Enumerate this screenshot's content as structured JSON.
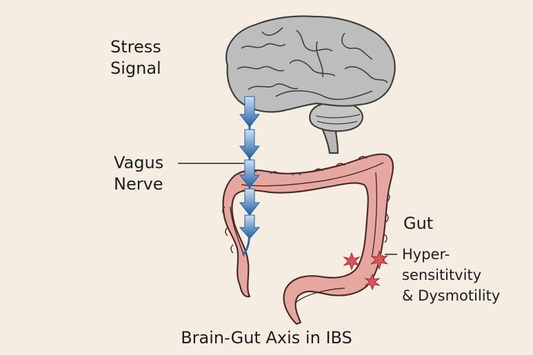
{
  "labels": {
    "stress": [
      "Stress",
      "Signal"
    ],
    "vagus": [
      "Vagus",
      "Nerve"
    ],
    "gut": "Gut",
    "hyper": [
      "Hyper-",
      "sensititvity",
      "& Dysmotility"
    ]
  },
  "caption": "Brain-Gut Axis in IBS",
  "colors": {
    "background": "#f6ede2",
    "brain": "#bdbdbd",
    "colon": "#e6a6a0",
    "arrow": "#2c6aa8",
    "pain": "#d9555c"
  },
  "icons": {
    "brain": "brain-icon",
    "colon": "colon-icon",
    "pain": "starburst-icon"
  }
}
